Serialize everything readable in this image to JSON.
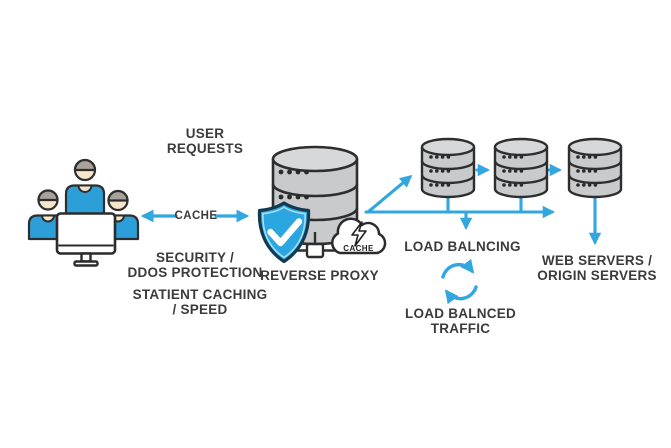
{
  "labels": {
    "user_requests": "USER\nREQUESTS",
    "cache_flow": "CACHE",
    "security": "SECURITY /\nDDOS PROTECTION",
    "static_caching": "STATIENT CACHING\n/ SPEED",
    "reverse_proxy": "REVERSE PROXY",
    "load_balancing": "LOAD BALNCING",
    "load_balanced_traffic": "LOAD BALNCED\nTRAFFIC",
    "web_servers": "WEB SERVERS /\nORIGIN SERVERS",
    "cloud_cache": "CACHE"
  },
  "icons": {
    "users_group": "three-users-at-monitor-icon",
    "reverse_proxy_server": "large-server-stack-icon",
    "security_shield": "shield-checkmark-icon",
    "cache_cloud": "cloud-lightning-icon",
    "web_server_stacks": [
      "server-stack-icon",
      "server-stack-icon",
      "server-stack-icon"
    ],
    "load_balanced_traffic": "sync-circular-arrows-icon"
  },
  "colors": {
    "accent_blue": "#32A7DF",
    "shield_fill": "#2AA7E1",
    "shield_outline": "#143A52",
    "server_fill": "#C9CACB",
    "server_top_fill": "#D7D8D9",
    "outline_dark": "#2E2E2E",
    "text": "#3B3B3B",
    "background": "#FFFFFF",
    "skin": "#F7E6CB",
    "hair": "#A9A29A",
    "shirt_blue": "#2D9FD8"
  }
}
